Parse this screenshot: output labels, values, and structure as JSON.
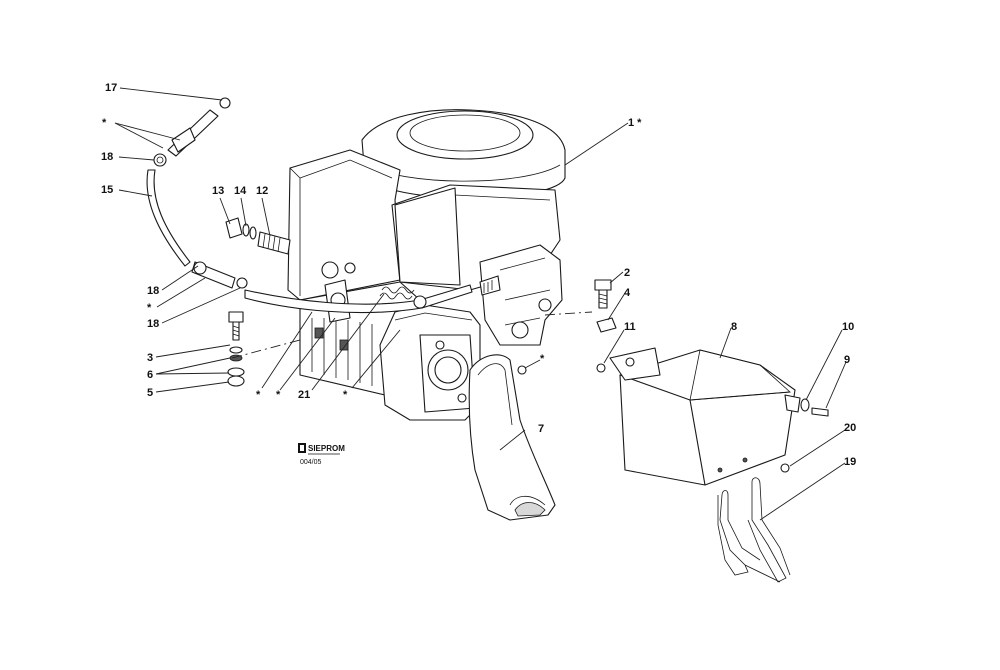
{
  "callouts": [
    {
      "id": "c17",
      "text": "17"
    },
    {
      "id": "cstar1",
      "text": "*"
    },
    {
      "id": "c18a",
      "text": "18"
    },
    {
      "id": "c15",
      "text": "15"
    },
    {
      "id": "c13",
      "text": "13"
    },
    {
      "id": "c14",
      "text": "14"
    },
    {
      "id": "c12",
      "text": "12"
    },
    {
      "id": "c1",
      "text": "1 *"
    },
    {
      "id": "c18b",
      "text": "18"
    },
    {
      "id": "cstar2",
      "text": "*"
    },
    {
      "id": "c18c",
      "text": "18"
    },
    {
      "id": "c3",
      "text": "3"
    },
    {
      "id": "c6",
      "text": "6"
    },
    {
      "id": "c5",
      "text": "5"
    },
    {
      "id": "cstar3",
      "text": "*"
    },
    {
      "id": "cstar4",
      "text": "*"
    },
    {
      "id": "c21",
      "text": "21"
    },
    {
      "id": "cstar5",
      "text": "*"
    },
    {
      "id": "cstar6",
      "text": "*"
    },
    {
      "id": "c7",
      "text": "7"
    },
    {
      "id": "c2",
      "text": "2"
    },
    {
      "id": "c4",
      "text": "4"
    },
    {
      "id": "c11",
      "text": "11"
    },
    {
      "id": "c8",
      "text": "8"
    },
    {
      "id": "c10",
      "text": "10"
    },
    {
      "id": "c9",
      "text": "9"
    },
    {
      "id": "c20",
      "text": "20"
    },
    {
      "id": "c19",
      "text": "19"
    }
  ],
  "logo": {
    "brand": "SIEPROM",
    "code": "004/05"
  }
}
